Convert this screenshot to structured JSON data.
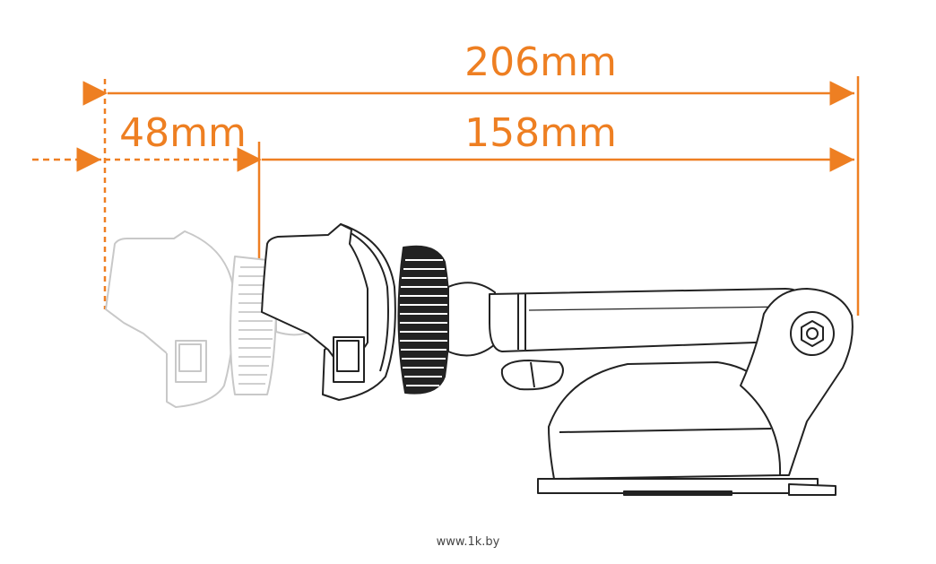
{
  "dimensions": {
    "total": "206mm",
    "extension": "48mm",
    "base": "158mm"
  },
  "watermark": "www.1k.by",
  "colors": {
    "dimension": "#EE7F22",
    "outline": "#222222",
    "ghost": "#c8c8c8",
    "background": "#ffffff"
  }
}
